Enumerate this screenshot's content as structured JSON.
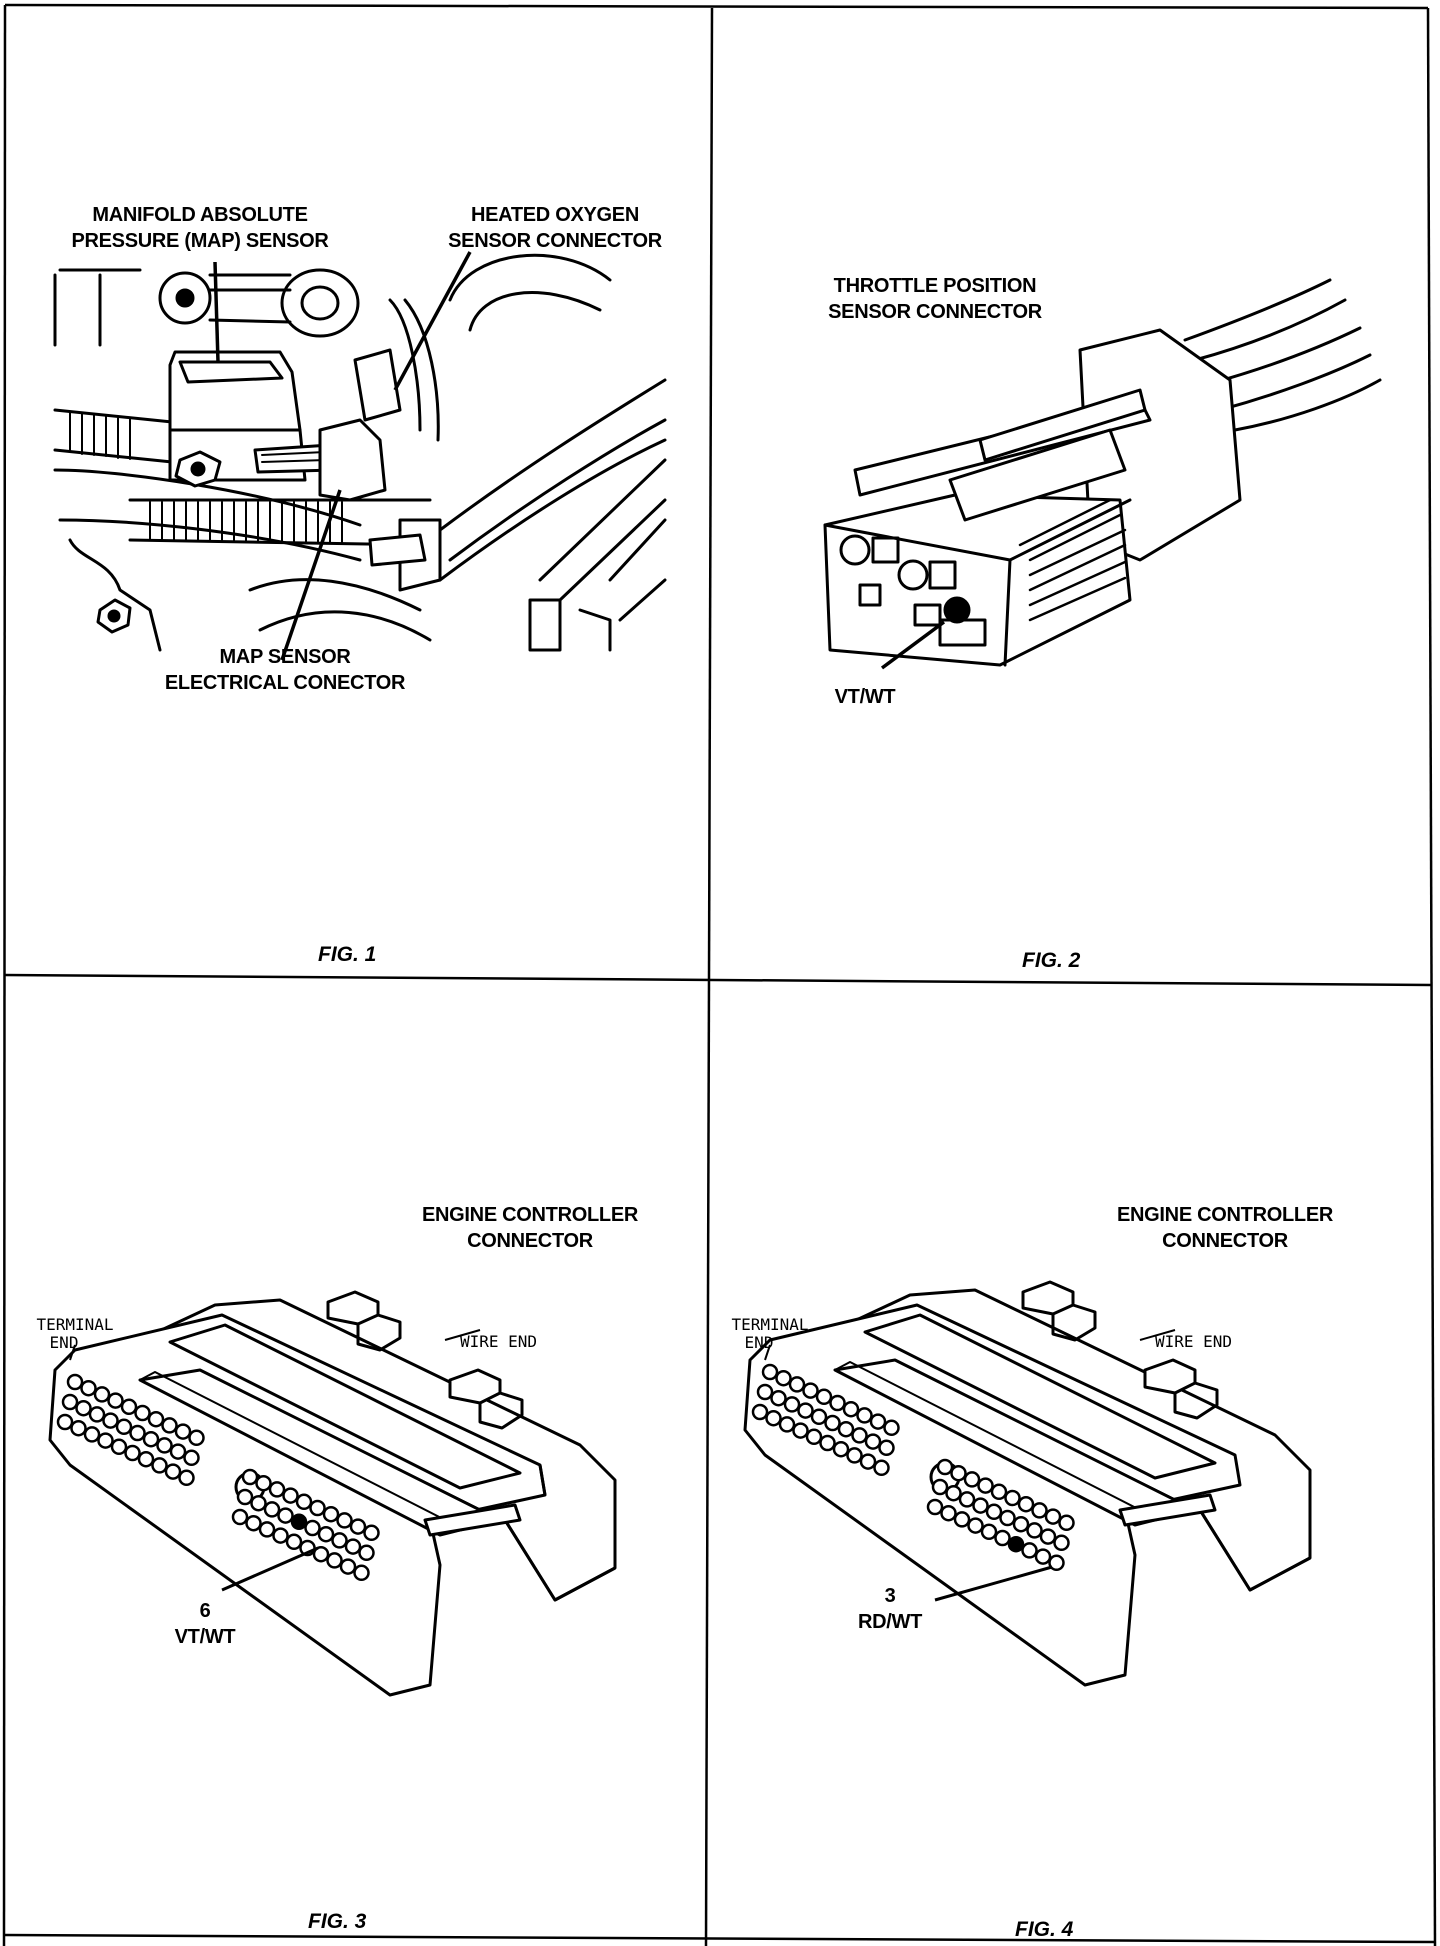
{
  "fig1": {
    "caption": "FIG. 1",
    "map_sensor_label": [
      "MANIFOLD ABSOLUTE",
      "PRESSURE (MAP) SENSOR"
    ],
    "oxygen_label": [
      "HEATED OXYGEN",
      "SENSOR CONNECTOR"
    ],
    "map_connector_label": [
      "MAP SENSOR",
      "ELECTRICAL CONECTOR"
    ]
  },
  "fig2": {
    "caption": "FIG. 2",
    "title": [
      "THROTTLE POSITION",
      "SENSOR CONNECTOR"
    ],
    "wire_label": "VT/WT"
  },
  "fig3": {
    "caption": "FIG. 3",
    "title": [
      "ENGINE CONTROLLER",
      "CONNECTOR"
    ],
    "terminal_end": [
      "TERMINAL",
      "END"
    ],
    "wire_end": "WIRE END",
    "pin_number": "6",
    "wire_color": "VT/WT"
  },
  "fig4": {
    "caption": "FIG. 4",
    "title": [
      "ENGINE CONTROLLER",
      "CONNECTOR"
    ],
    "terminal_end": [
      "TERMINAL",
      "END"
    ],
    "wire_end": "WIRE END",
    "pin_number": "3",
    "wire_color": "RD/WT"
  }
}
